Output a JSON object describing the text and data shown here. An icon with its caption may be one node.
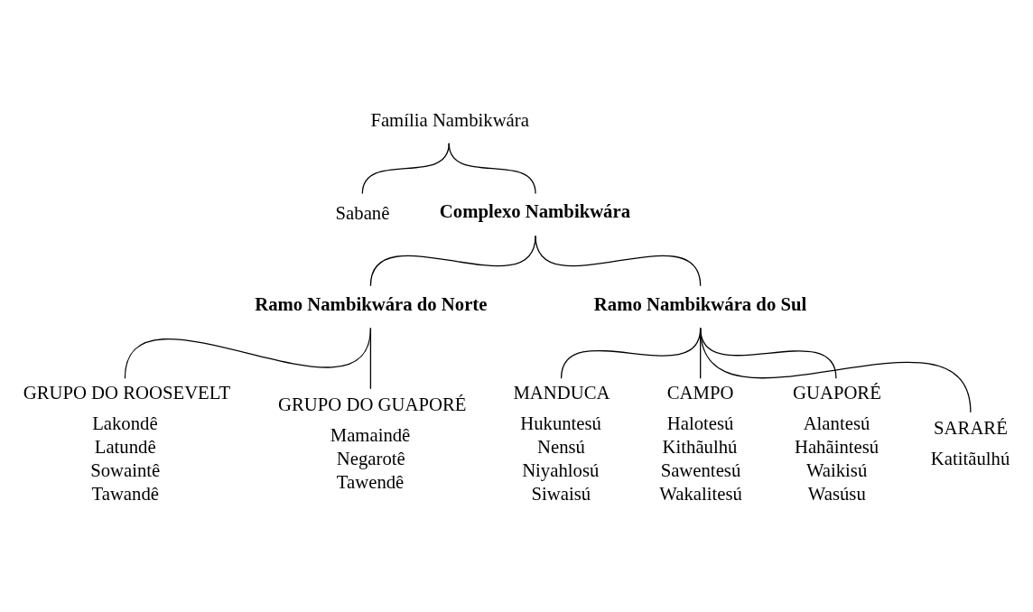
{
  "diagram": {
    "nodes": [
      {
        "text": [
          "Família Nambikwára"
        ]
      },
      {
        "text": [
          "Sabanê"
        ]
      },
      {
        "text": [
          "Complexo Nambikwára"
        ]
      },
      {
        "text": [
          "Ramo Nambikwára do Norte"
        ]
      },
      {
        "text": [
          "Ramo Nambikwára do Sul"
        ]
      },
      {
        "text": [
          "GRUPO DO ROOSEVELT"
        ],
        "beside": [
          "Lakondê",
          "Latundê",
          "Sowaintê",
          "Tawandê"
        ]
      },
      {
        "text": [
          "GRUPO DO GUAPORÉ"
        ],
        "beside": [
          "Mamaindê",
          "Negarotê",
          "Tawendê"
        ]
      },
      {
        "text": [
          "MANDUCA"
        ],
        "beside": [
          "Hukuntesú",
          "Nensú",
          "Niyahlosú",
          "Siwaisú"
        ]
      },
      {
        "text": [
          "CAMPO"
        ],
        "beside": [
          "Halotesú",
          "Kithãulhú",
          "Sawentesú",
          "Wakalitesú"
        ]
      },
      {
        "text": [
          "GUAPORÉ"
        ],
        "beside": [
          "Alantesú",
          "Hahãintesú",
          "Waikisú",
          "Wasúsu"
        ]
      },
      {
        "text": [
          "SARARÉ"
        ],
        "beside": [
          "Katitãulhú"
        ]
      }
    ],
    "edges": [
      {
        "from": 0,
        "to": 1,
        "arrow": "none"
      },
      {
        "from": 0,
        "to": 2,
        "arrow": "none"
      },
      {
        "from": 2,
        "to": 3,
        "arrow": "none"
      },
      {
        "from": 2,
        "to": 4,
        "arrow": "none"
      },
      {
        "from": 3,
        "to": 5,
        "arrow": "none"
      },
      {
        "from": 3,
        "to": 6,
        "arrow": "none"
      },
      {
        "from": 4,
        "to": 7,
        "arrow": "none"
      },
      {
        "from": 4,
        "to": 8,
        "arrow": "none"
      },
      {
        "from": 4,
        "to": 9,
        "arrow": "none"
      },
      {
        "from": 4,
        "to": 10,
        "arrow": "none"
      }
    ]
  }
}
